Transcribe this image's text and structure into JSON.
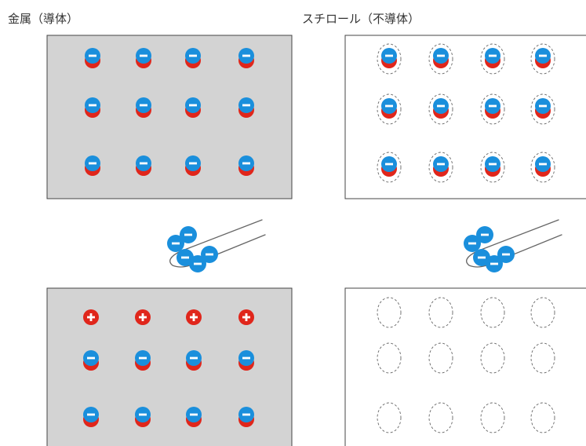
{
  "labels": {
    "metal": "金属（導体）",
    "styrofoam": "スチロール（不導体）"
  },
  "colors": {
    "electron": "#1a8fdc",
    "proton": "#e0261b",
    "metal_fill": "#d3d3d3",
    "outline": "#444444",
    "dashed": "#666666"
  },
  "panels": [
    {
      "id": "metal-before",
      "material": "metal",
      "state": "before",
      "particles": "bound-pair"
    },
    {
      "id": "styro-before",
      "material": "styrofoam",
      "state": "before",
      "particles": "bound-pair-ring"
    },
    {
      "id": "metal-after",
      "material": "metal",
      "state": "after",
      "particles": "top-row-proton"
    },
    {
      "id": "styro-after",
      "material": "styrofoam",
      "state": "after",
      "particles": "empty-ring"
    }
  ],
  "grid": {
    "rows": 3,
    "cols": 4
  },
  "rods": [
    {
      "id": "metal-rod",
      "charge": "negative",
      "electron_count": 5
    },
    {
      "id": "styro-rod",
      "charge": "negative",
      "electron_count": 5
    }
  ],
  "symbols": {
    "electron": "−",
    "proton": "+"
  }
}
